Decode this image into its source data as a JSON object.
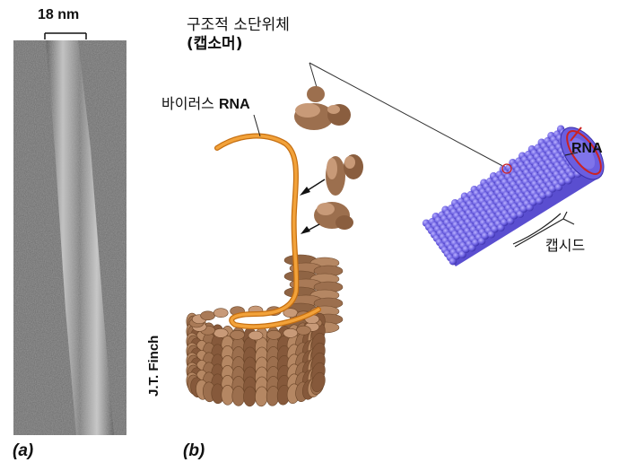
{
  "panel_a": {
    "label": "(a)",
    "scale_bar_text": "18 nm",
    "credit": "J.T. Finch"
  },
  "panel_b": {
    "label": "(b)",
    "capsomere_label_line1": "구조적 소단위체",
    "capsomere_label_line2": "(캡소머)",
    "viral_rna_prefix": "바이러스 ",
    "viral_rna_suffix": "RNA",
    "rna_label": "RNA",
    "capsid_label": "캡시드"
  },
  "colors": {
    "capsomere_brown": "#9c6f4e",
    "capsomere_highlight": "#c89a78",
    "rna_orange": "#f2a23a",
    "capsid_blue": "#6a5ee0",
    "capsid_highlight": "#a69cf5",
    "rna_ring_red": "#cc2222"
  }
}
